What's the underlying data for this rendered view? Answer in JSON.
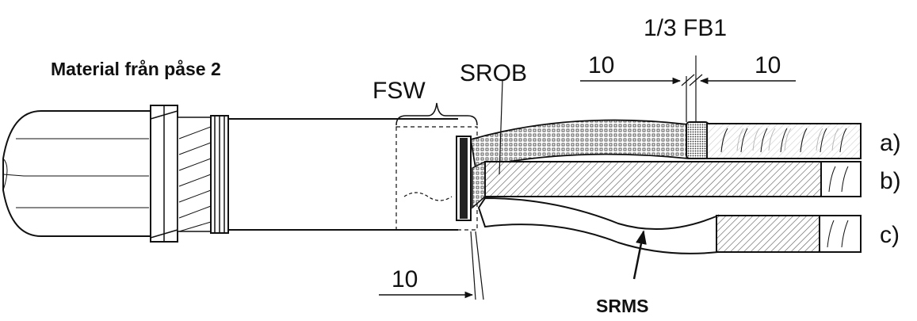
{
  "labels": {
    "material": "Material från påse 2",
    "fb1": "1/3 FB1",
    "dim_left_top": "10",
    "dim_right_top": "10",
    "srob": "SROB",
    "fsw": "FSW",
    "dim_bottom": "10",
    "srms": "SRMS",
    "core_a": "a)",
    "core_b": "b)",
    "core_c": "c)"
  },
  "colors": {
    "stroke": "#111111",
    "background": "#ffffff",
    "hatch": "#555555"
  }
}
